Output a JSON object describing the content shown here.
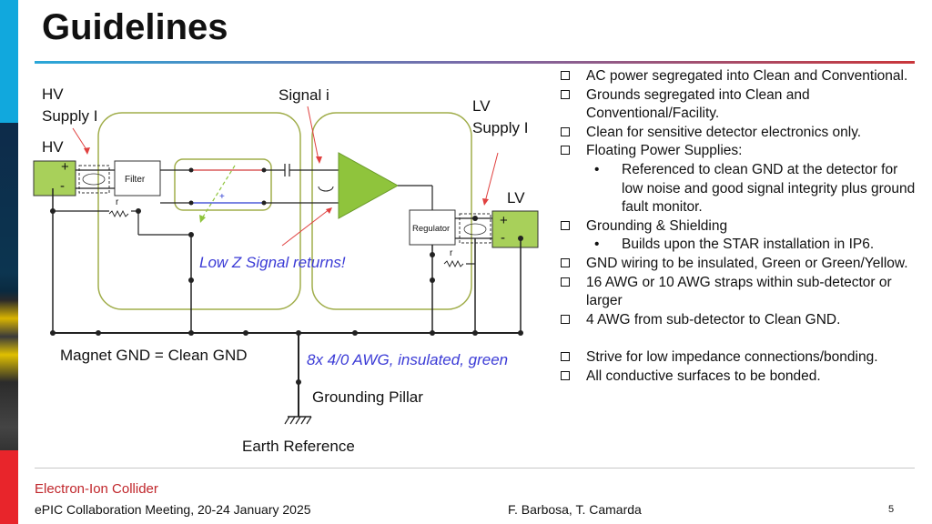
{
  "title": "Guidelines",
  "diagram": {
    "hv_supply_label": "HV\nSupply I",
    "hv_label": "HV",
    "signal_label": "Signal i",
    "lv_supply_label": "LV\nSupply I",
    "lv_label": "LV",
    "filter_label": "Filter",
    "regulator_label": "Regulator",
    "r_label": "r",
    "plus": "+",
    "minus": "-",
    "low_z_label": "Low Z Signal returns!",
    "magnet_gnd_label": "Magnet GND = Clean GND",
    "awg_label": "8x 4/0 AWG, insulated, green",
    "pillar_label": "Grounding Pillar",
    "earth_label": "Earth Reference"
  },
  "bullets": [
    {
      "level": 1,
      "text": "AC power segregated into Clean and Conventional."
    },
    {
      "level": 1,
      "text": "Grounds segregated into Clean and Conventional/Facility."
    },
    {
      "level": 1,
      "text": "Clean for sensitive detector electronics only."
    },
    {
      "level": 1,
      "text": "Floating Power Supplies:"
    },
    {
      "level": 2,
      "text": "Referenced to clean GND at the detector for low noise and good signal integrity plus ground fault monitor."
    },
    {
      "level": 1,
      "text": "Grounding & Shielding"
    },
    {
      "level": 2,
      "text": "Builds upon the STAR installation in IP6."
    },
    {
      "level": 1,
      "text": "GND wiring to be insulated, Green or Green/Yellow."
    },
    {
      "level": 1,
      "text": "16 AWG or 10 AWG straps within sub-detector or larger"
    },
    {
      "level": 1,
      "text": "4 AWG from sub-detector to Clean GND."
    },
    {
      "level": 1,
      "text": "Strive for low impedance connections/bonding.",
      "gap": true
    },
    {
      "level": 1,
      "text": "All conductive surfaces to be bonded."
    }
  ],
  "footer": {
    "logo": "Electron-Ion Collider",
    "meeting": "ePIC Collaboration Meeting, 20-24 January 2025",
    "authors": "F. Barbosa, T. Camarda",
    "page": "5"
  },
  "colors": {
    "accent_blue": "#2aa7d8",
    "accent_red": "#c9363a",
    "amp_green": "#8fc43c",
    "supply_green": "#a8d05a",
    "enclosure_olive": "#a0ad4a",
    "signal_red": "#d23a3a",
    "signal_blue": "#2b3bd0"
  }
}
